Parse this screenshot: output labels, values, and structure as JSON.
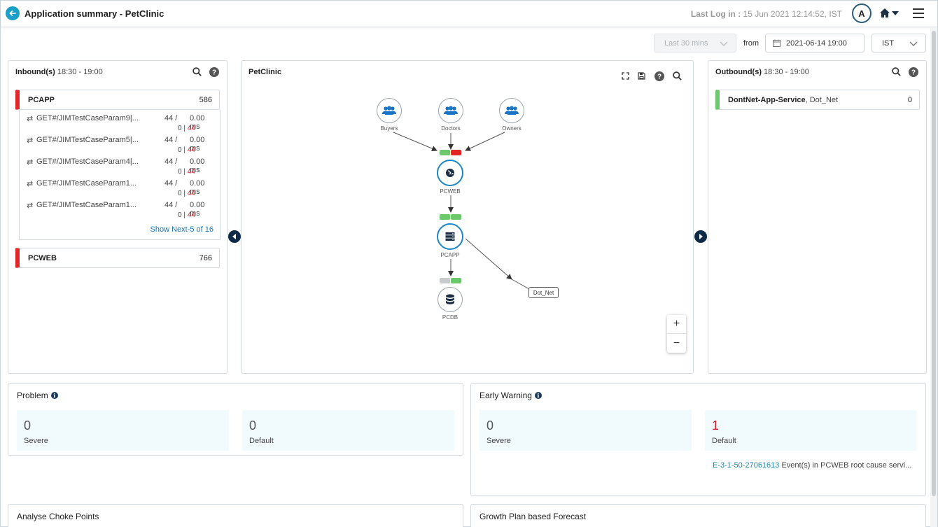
{
  "header": {
    "title": "Application summary - PetClinic",
    "last_log_label": "Last Log in :",
    "last_log_value": "15 Jun 2021 12:14:52, IST",
    "avatar_letter": "A"
  },
  "controls": {
    "range": "Last 30 mins",
    "from_label": "from",
    "from_date": "2021-06-14 19:00",
    "timezone": "IST"
  },
  "inbound": {
    "title": "Inbound(s)",
    "time": "18:30 - 19:00",
    "services": [
      {
        "name": "PCAPP",
        "count": "586"
      },
      {
        "name": "PCWEB",
        "count": "766"
      }
    ],
    "transactions": [
      {
        "label": "GET#/JIMTestCaseParam9|...",
        "count": "44 /",
        "time": "0.00 ms",
        "ok": "0",
        "sep": "|",
        "err": "44"
      },
      {
        "label": "GET#/JIMTestCaseParam5|...",
        "count": "44 /",
        "time": "0.00 ms",
        "ok": "0",
        "sep": "|",
        "err": "44"
      },
      {
        "label": "GET#/JIMTestCaseParam4|...",
        "count": "44 /",
        "time": "0.00 ms",
        "ok": "0",
        "sep": "|",
        "err": "44"
      },
      {
        "label": "GET#/JIMTestCaseParam1...",
        "count": "44 /",
        "time": "0.00 ms",
        "ok": "0",
        "sep": "|",
        "err": "44"
      },
      {
        "label": "GET#/JIMTestCaseParam1...",
        "count": "44 /",
        "time": "0.00 ms",
        "ok": "0",
        "sep": "|",
        "err": "44"
      }
    ],
    "show_next": "Show Next-5 of 16"
  },
  "map": {
    "title": "PetClinic",
    "nodes": {
      "buyers": "Buyers",
      "doctors": "Doctors",
      "owners": "Owners",
      "pcweb": "PCWEB",
      "pcapp": "PCAPP",
      "pcdb": "PCDB",
      "dotnet": "Dot_Net"
    },
    "zoom_in": "+",
    "zoom_out": "−"
  },
  "outbound": {
    "title": "Outbound(s)",
    "time": "18:30 - 19:00",
    "service_name": "DontNet-App-Service",
    "service_sub": ", Dot_Net",
    "service_count": "0"
  },
  "problem": {
    "title": "Problem",
    "severe_value": "0",
    "severe_label": "Severe",
    "default_value": "0",
    "default_label": "Default"
  },
  "early_warning": {
    "title": "Early Warning",
    "severe_value": "0",
    "severe_label": "Severe",
    "default_value": "1",
    "default_label": "Default",
    "event_id": "E-3-1-50-27061613",
    "event_text": " Event(s) in PCWEB root cause servi..."
  },
  "choke": {
    "title": "Analyse Choke Points"
  },
  "growth": {
    "title": "Growth Plan based Forecast"
  },
  "colors": {
    "accent": "#1a9fc6",
    "error": "#d3212c",
    "ok": "#6cc86b",
    "navy": "#0e2a46"
  }
}
